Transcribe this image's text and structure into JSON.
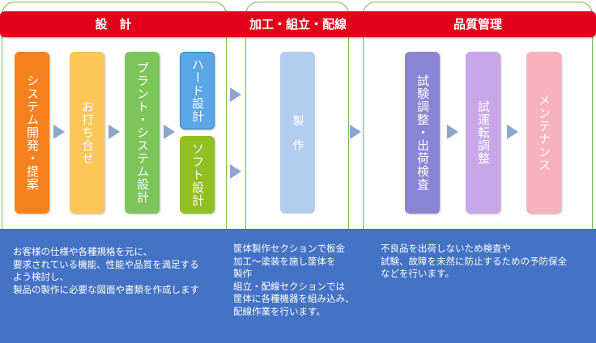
{
  "phases": {
    "design": "設　計",
    "fabrication": "加工・組立・配線",
    "quality": "品質管理"
  },
  "steps": {
    "system_dev": "システム開発・提案",
    "meeting": "お打ち合せ",
    "plant_design": "プラント・システム設計",
    "hardware_design": "ハード設計",
    "software_design": "ソフト設計",
    "fabrication": "製　作",
    "inspection": "試験調整・出荷検査",
    "trial_run": "試運転調整",
    "maintenance": "メンテナンス"
  },
  "descriptions": {
    "design": "お客様の仕様や各種規格を元に、\n要求されている機能、性能や品質を満足する\nよう検討し、\n製品の製作に必要な図面や書類を作成します",
    "fabrication": "筐体製作セクションで板金\n加工～塗装を施し筐体を\n製作\n組立・配線セクションでは\n筐体に各種機器を組み込み、\n配線作業を行います。",
    "quality": "不良品を出荷しないため検査や\n試験、故障を未然に防止するための予防保全\nなどを行います。"
  },
  "colors": {
    "header_red": "#e3001b",
    "panel_border": "#6fbf4a",
    "description_bg": "#4472c4",
    "arrow": "#8ea5cc",
    "system_dev": "#f5821f",
    "meeting": "#fcc659",
    "plant_design": "#7dc45a",
    "hardware_design": "#5aa6e6",
    "software_design": "#92c020",
    "fabrication": "#b3cdee",
    "inspection": "#8b83d4",
    "trial_run": "#c7a6ea",
    "maintenance": "#f8b2be"
  }
}
